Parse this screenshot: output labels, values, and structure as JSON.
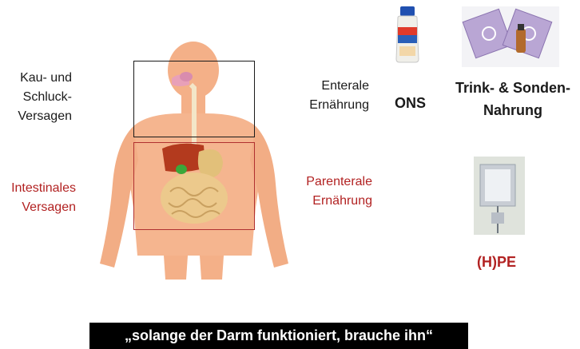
{
  "labels": {
    "kau_schluck": "Kau- und\nSchluck-\nVersagen",
    "intestinal": "Intestinales\nVersagen",
    "enterale": "Enterale\nErnährung",
    "parenterale": "Parenterale\nErnährung",
    "ons": "ONS",
    "trink_sonden": "Trink- & Sonden-\nNahrung",
    "hpe": "(H)PE"
  },
  "banner": "„solange der Darm funktioniert, brauche ihn“",
  "colors": {
    "accent_red": "#b22222",
    "box_dark": "#1a1a1a",
    "box_red": "#b03030"
  },
  "icons": [
    "human-body-digestive-illustration",
    "ons-bottle-image",
    "tube-feeding-bags-image",
    "parenteral-infusion-image"
  ]
}
